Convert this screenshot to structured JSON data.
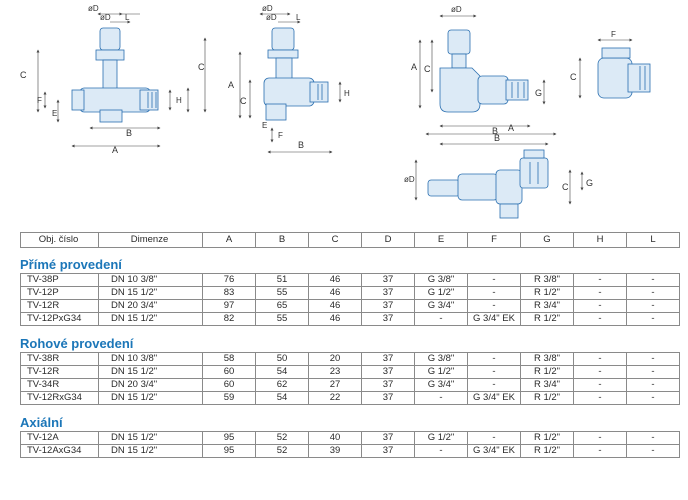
{
  "drawings": {
    "fig1": {
      "labels": [
        "øD",
        "øD",
        "L",
        "C",
        "C",
        "F",
        "E",
        "H",
        "B",
        "A"
      ]
    },
    "fig2": {
      "labels": [
        "øD",
        "øD",
        "L",
        "A",
        "C",
        "H",
        "E",
        "F",
        "B"
      ]
    },
    "fig3": {
      "labels": [
        "øD",
        "A",
        "C",
        "B",
        "G"
      ]
    },
    "fig4": {
      "labels": [
        "F",
        "C"
      ]
    },
    "fig5": {
      "labels": [
        "B",
        "A",
        "øD",
        "C",
        "G"
      ]
    }
  },
  "table": {
    "headers": [
      "Obj. číslo",
      "Dimenze",
      "A",
      "B",
      "C",
      "D",
      "E",
      "F",
      "G",
      "H",
      "L"
    ],
    "sections": [
      {
        "title": "Přímé provedení",
        "rows": [
          [
            "TV-38P",
            "DN 10 3/8\"",
            "76",
            "51",
            "46",
            "37",
            "G 3/8\"",
            "-",
            "R 3/8\"",
            "-",
            "-"
          ],
          [
            "TV-12P",
            "DN 15 1/2\"",
            "83",
            "55",
            "46",
            "37",
            "G 1/2\"",
            "-",
            "R 1/2\"",
            "-",
            "-"
          ],
          [
            "TV-12R",
            "DN 20 3/4\"",
            "97",
            "65",
            "46",
            "37",
            "G 3/4\"",
            "-",
            "R 3/4\"",
            "-",
            "-"
          ],
          [
            "TV-12PxG34",
            "DN 15 1/2\"",
            "82",
            "55",
            "46",
            "37",
            "-",
            "G 3/4\" EK",
            "R 1/2\"",
            "-",
            "-"
          ]
        ]
      },
      {
        "title": "Rohové provedení",
        "rows": [
          [
            "TV-38R",
            "DN 10 3/8\"",
            "58",
            "50",
            "20",
            "37",
            "G 3/8\"",
            "-",
            "R 3/8\"",
            "-",
            "-"
          ],
          [
            "TV-12R",
            "DN 15 1/2\"",
            "60",
            "54",
            "23",
            "37",
            "G 1/2\"",
            "-",
            "R 1/2\"",
            "-",
            "-"
          ],
          [
            "TV-34R",
            "DN 20 3/4\"",
            "60",
            "62",
            "27",
            "37",
            "G 3/4\"",
            "-",
            "R 3/4\"",
            "-",
            "-"
          ],
          [
            "TV-12RxG34",
            "DN 15 1/2\"",
            "59",
            "54",
            "22",
            "37",
            "-",
            "G 3/4\" EK",
            "R 1/2\"",
            "-",
            "-"
          ]
        ]
      },
      {
        "title": "Axiální",
        "rows": [
          [
            "TV-12A",
            "DN 15 1/2\"",
            "95",
            "52",
            "40",
            "37",
            "G 1/2\"",
            "-",
            "R 1/2\"",
            "-",
            "-"
          ],
          [
            "TV-12AxG34",
            "DN 15 1/2\"",
            "95",
            "52",
            "39",
            "37",
            "-",
            "G 3/4\" EK",
            "R 1/2\"",
            "-",
            "-"
          ]
        ]
      }
    ]
  },
  "colors": {
    "accent": "#1b76b8",
    "valve_fill": "#dceaf6",
    "valve_stroke": "#2a6fb0",
    "border": "#8a8a8a"
  }
}
